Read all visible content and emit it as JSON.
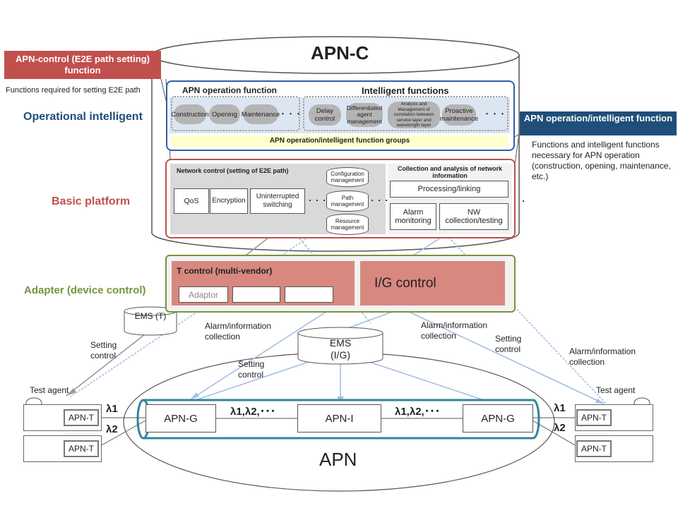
{
  "title": "APN-C",
  "left_callout": {
    "title": "APN-control (E2E path setting) function",
    "desc": "Functions required for setting E2E path"
  },
  "right_callout": {
    "title": "APN operation/intelligent function",
    "desc": "Functions and intelligent functions necessary for APN operation (construction, opening, maintenance, etc.)"
  },
  "layers": {
    "operational": "Operational intelligent",
    "basic": "Basic platform",
    "adapter": "Adapter (device control)"
  },
  "operation": {
    "heading": "APN operation function",
    "items": [
      "Construction",
      "Opening",
      "Maintenance"
    ],
    "ellipsis": "・・・"
  },
  "intelligent": {
    "heading": "Intelligent functions",
    "items": [
      "Delay control",
      "Differentiated agent management",
      "Analysis and Management of correlation between service layer and wavelength layer",
      "Proactive maintenance"
    ],
    "ellipsis": "・・・"
  },
  "function_groups": "APN operation/intelligent function groups",
  "network_control": {
    "heading": "Network control (setting of E2E path)",
    "items": [
      "QoS",
      "Encryption",
      "Uninterrupted switching"
    ],
    "db": [
      "Configuration management",
      "Path management",
      "Resource management"
    ],
    "ellipsis": "・・・"
  },
  "collection": {
    "heading": "Collection and analysis of network information",
    "processing": "Processing/linking",
    "alarm": "Alarm monitoring",
    "nw": "NW collection/testing",
    "dot": "・"
  },
  "adapter": {
    "t_control": "T control (multi-vendor)",
    "adaptor": "Adaptor",
    "ig_control": "I/G control"
  },
  "ems_t": "EMS (T)",
  "ems_ig": "EMS (I/G)",
  "labels": {
    "setting_control": "Setting control",
    "alarm_info": "Alarm/information collection",
    "test_agent": "Test agent"
  },
  "network": {
    "apn": "APN",
    "apn_g": "APN-G",
    "apn_i": "APN-I",
    "apn_t": "APN-T",
    "lambda1": "λ1",
    "lambda2": "λ2",
    "multi": "λ1,λ2,･･･"
  },
  "colors": {
    "red": "#c0504d",
    "navy": "#1f4e79",
    "blue_border": "#2e5fa5",
    "green": "#77933c",
    "teal": "#31859c",
    "light_blue_line": "#a6bedf"
  }
}
